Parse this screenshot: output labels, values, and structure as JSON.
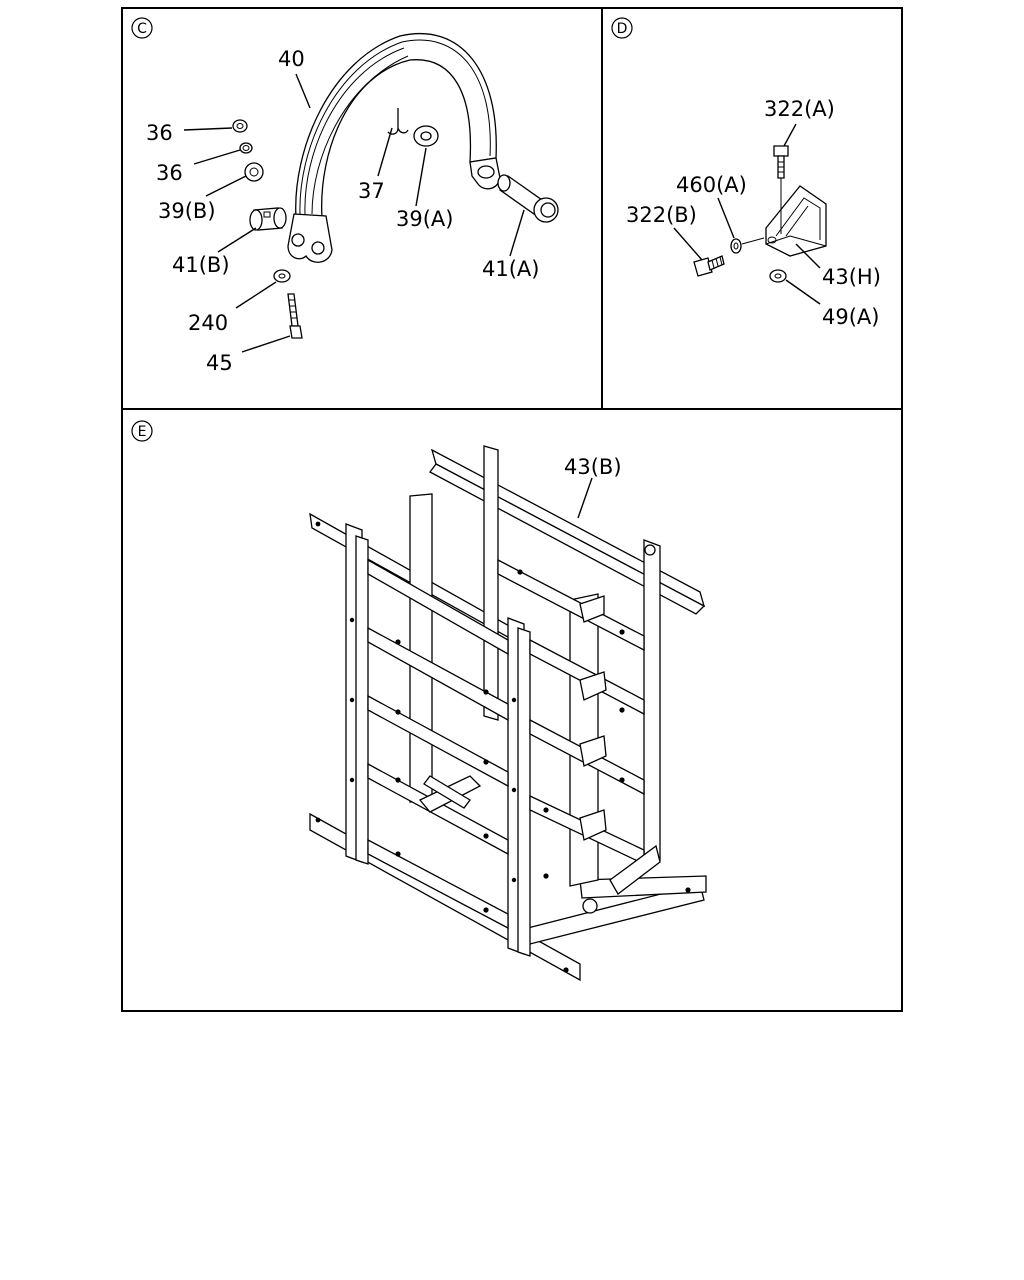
{
  "sections": [
    {
      "id": "C",
      "badge": "C"
    },
    {
      "id": "D",
      "badge": "D"
    },
    {
      "id": "E",
      "badge": "E"
    }
  ],
  "labels": {
    "c_40": "40",
    "c_36a": "36",
    "c_36b": "36",
    "c_37": "37",
    "c_39b": "39(B)",
    "c_39a": "39(A)",
    "c_41b": "41(B)",
    "c_41a": "41(A)",
    "c_240": "240",
    "c_45": "45",
    "d_322a": "322(A)",
    "d_460a": "460(A)",
    "d_322b": "322(B)",
    "d_43h": "43(H)",
    "d_49a": "49(A)",
    "e_43b": "43(B)"
  }
}
